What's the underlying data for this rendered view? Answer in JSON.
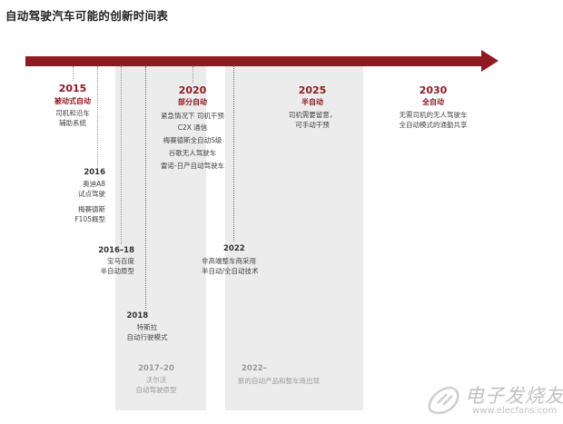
{
  "title": "自动驾驶汽车可能的创新时间表",
  "colors": {
    "arrow": "#8f1a22",
    "accent": "#8f1a22",
    "band": "#ececec",
    "muted": "#9a9a9a"
  },
  "milestones": {
    "m2015": {
      "year": "2015",
      "label": "被动式自动",
      "lines": [
        "司机和沿车",
        "辅助系统"
      ]
    },
    "m2020": {
      "year": "2020",
      "label": "部分自动",
      "lines": [
        "紧急情况下 司机干预",
        "C2X 通信",
        "梅赛德斯全自动S级",
        "谷歌无人驾驶车",
        "雷诺-日产自动驾驶车"
      ]
    },
    "m2025": {
      "year": "2025",
      "label": "半自动",
      "lines": [
        "司机需要留意，",
        "可手动干预"
      ]
    },
    "m2030": {
      "year": "2030",
      "label": "全自动",
      "lines": [
        "无需司机的无人驾驶车",
        "全自动模式的通勤共享"
      ]
    }
  },
  "events": {
    "e2016": {
      "year": "2016",
      "lines": [
        "奥迪A8",
        "试点驾驶",
        "梅赛德斯",
        "F105概型"
      ]
    },
    "e2016_18": {
      "year": "2016–18",
      "lines": [
        "宝马百度",
        "半自动原型"
      ]
    },
    "e2018": {
      "year": "2018",
      "lines": [
        "特斯拉",
        "自动行驶模式"
      ]
    },
    "e2022": {
      "year": "2022",
      "lines": [
        "非高端整车商采用",
        "半自动/全自动技术"
      ]
    },
    "e2017_20": {
      "year": "2017–20",
      "lines": [
        "沃尔沃",
        "自动驾驶原型"
      ]
    },
    "e2022b": {
      "year": "2022–",
      "lines": [
        "新的自动产品和整车商出现"
      ]
    }
  },
  "watermark": {
    "text": "电子发烧友",
    "url": "www.elecfans.com",
    "icon": "watermark-logo-icon"
  }
}
